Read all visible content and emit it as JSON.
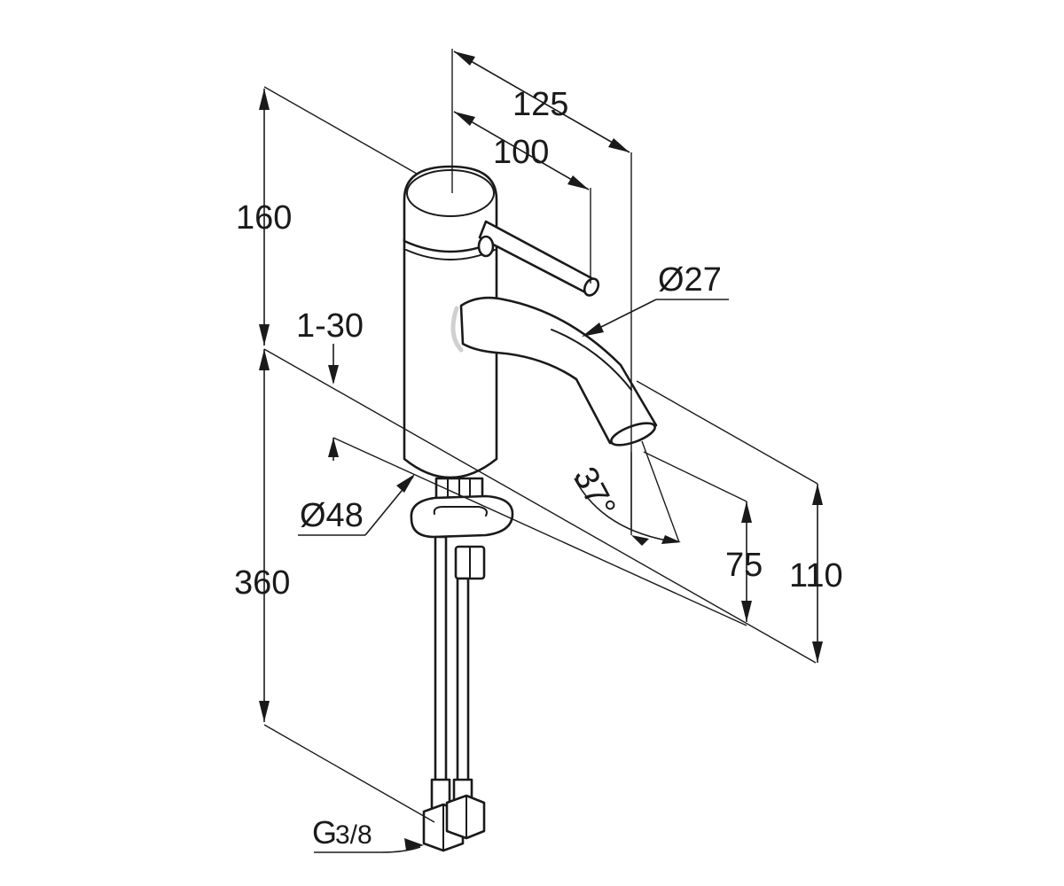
{
  "diagram": {
    "dimensions": {
      "width_top": "125",
      "lever_reach": "100",
      "height_upper": "160",
      "thickness_range": "1-30",
      "spout_diameter": "Ø27",
      "body_diameter": "Ø48",
      "spout_angle": "37°",
      "outlet_height": "75",
      "total_spout_height": "110",
      "hose_length": "360",
      "thread_main": "G",
      "thread_fraction": "3/8"
    }
  }
}
